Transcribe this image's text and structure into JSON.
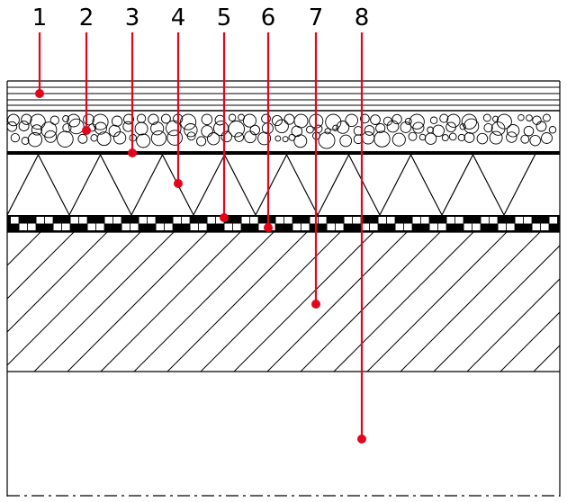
{
  "labels": [
    {
      "id": 1,
      "text": "1"
    },
    {
      "id": 2,
      "text": "2"
    },
    {
      "id": 3,
      "text": "3"
    },
    {
      "id": 4,
      "text": "4"
    },
    {
      "id": 5,
      "text": "5"
    },
    {
      "id": 6,
      "text": "6"
    },
    {
      "id": 7,
      "text": "7"
    },
    {
      "id": 8,
      "text": "8"
    }
  ],
  "colors": {
    "leader": "#e3051b",
    "ink": "#000000",
    "background": "#ffffff"
  }
}
